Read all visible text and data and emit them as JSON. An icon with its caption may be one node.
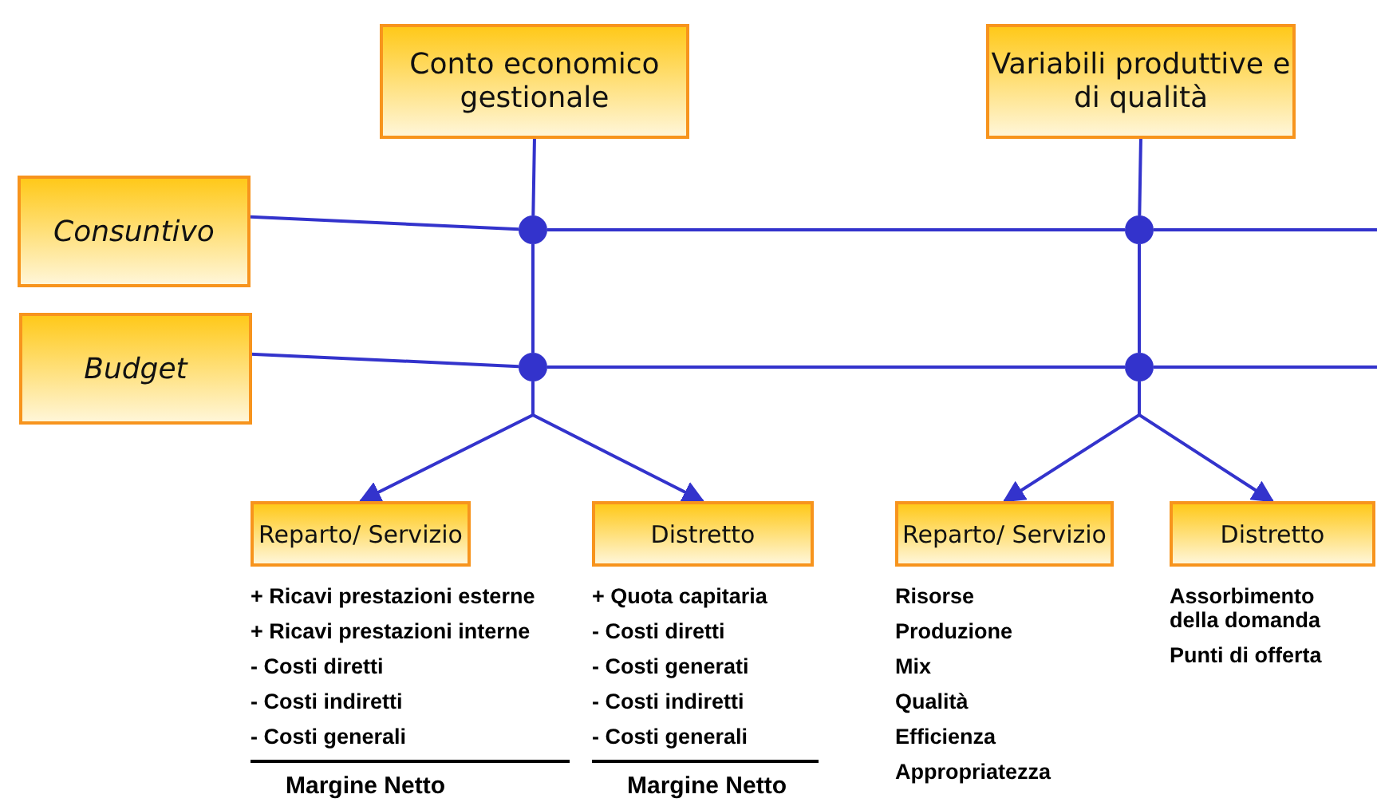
{
  "diagram": {
    "nodes": [
      {
        "text": [
          "Conto economico gestionale"
        ]
      },
      {
        "text": [
          "Variabili produttive e di qualità"
        ]
      },
      {
        "text": [
          "Consuntivo"
        ]
      },
      {
        "text": [
          "Budget"
        ]
      },
      {
        "text": [],
        "shape": "circle"
      },
      {
        "text": [],
        "shape": "circle"
      },
      {
        "text": [],
        "shape": "circle"
      },
      {
        "text": [],
        "shape": "circle"
      },
      {
        "text": [
          "Reparto/ Servizio"
        ],
        "beside": [
          "+ Ricavi prestazioni esterne",
          "+ Ricavi prestazioni interne",
          "- Costi diretti",
          "- Costi indiretti",
          "- Costi generali",
          "Margine Netto"
        ]
      },
      {
        "text": [
          "Distretto"
        ],
        "beside": [
          "+ Quota capitaria",
          "- Costi diretti",
          "- Costi generati",
          "- Costi indiretti",
          "- Costi generali",
          "Margine Netto"
        ]
      },
      {
        "text": [
          "Reparto/ Servizio"
        ],
        "beside": [
          "Risorse",
          "Produzione",
          "Mix",
          "Qualità",
          "Efficienza",
          "Appropriatezza"
        ]
      },
      {
        "text": [
          "Distretto"
        ],
        "beside": [
          "Assorbimento della domanda",
          "Punti di offerta"
        ]
      }
    ],
    "edges": [
      {
        "from": 0,
        "to": 4,
        "arrow": "none"
      },
      {
        "from": 4,
        "to": 6,
        "arrow": "none"
      },
      {
        "from": 6,
        "to": 8,
        "arrow": "to"
      },
      {
        "from": 6,
        "to": 9,
        "arrow": "to"
      },
      {
        "from": 1,
        "to": 5,
        "arrow": "none"
      },
      {
        "from": 5,
        "to": 7,
        "arrow": "none"
      },
      {
        "from": 7,
        "to": 10,
        "arrow": "to"
      },
      {
        "from": 7,
        "to": 11,
        "arrow": "to"
      },
      {
        "from": 2,
        "to": 4,
        "arrow": "none"
      },
      {
        "from": 4,
        "to": 5,
        "arrow": "none"
      },
      {
        "from": 5,
        "to": null,
        "arrow": "none"
      },
      {
        "from": 3,
        "to": 6,
        "arrow": "none"
      },
      {
        "from": 6,
        "to": 7,
        "arrow": "none"
      },
      {
        "from": 7,
        "to": null,
        "arrow": "none"
      }
    ]
  }
}
